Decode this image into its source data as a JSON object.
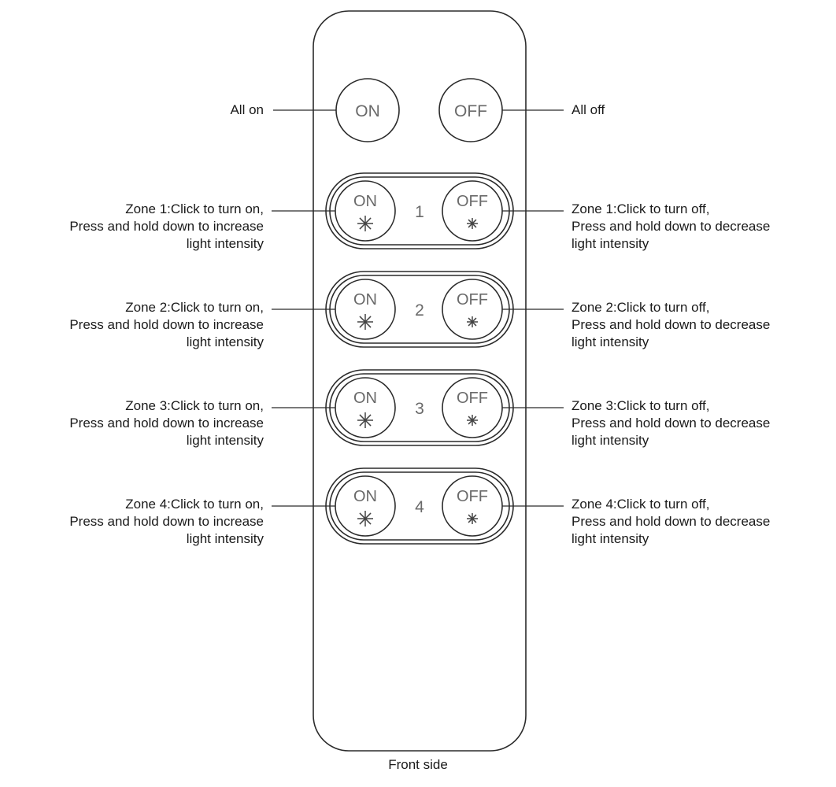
{
  "master": {
    "on_label": "ON",
    "off_label": "OFF",
    "on_annotation": "All on",
    "off_annotation": "All off"
  },
  "zones": [
    {
      "number": "1",
      "on_label": "ON",
      "off_label": "OFF",
      "left_lines": [
        "Zone 1:Click to turn on,",
        "Press and hold down to increase",
        "light intensity"
      ],
      "right_lines": [
        "Zone 1:Click to turn off,",
        "Press and hold down to decrease",
        "light intensity"
      ]
    },
    {
      "number": "2",
      "on_label": "ON",
      "off_label": "OFF",
      "left_lines": [
        "Zone 2:Click to turn on,",
        "Press and hold down to increase",
        "light intensity"
      ],
      "right_lines": [
        "Zone 2:Click to turn off,",
        "Press and hold down to decrease",
        "light intensity"
      ]
    },
    {
      "number": "3",
      "on_label": "ON",
      "off_label": "OFF",
      "left_lines": [
        "Zone 3:Click to turn on,",
        "Press and hold down to increase",
        "light intensity"
      ],
      "right_lines": [
        "Zone 3:Click to turn off,",
        "Press and hold down to decrease",
        "light intensity"
      ]
    },
    {
      "number": "4",
      "on_label": "ON",
      "off_label": "OFF",
      "left_lines": [
        "Zone 4:Click to turn on,",
        "Press and hold down to increase",
        "light intensity"
      ],
      "right_lines": [
        "Zone 4:Click to turn off,",
        "Press and hold down to decrease",
        "light intensity"
      ]
    }
  ],
  "caption": "Front side",
  "colors": {
    "stroke": "#2b2b2b",
    "button_text": "#6a6a6a",
    "text": "#1a1a1a"
  },
  "icons": {
    "on_button_symbol": "brightness-up-icon",
    "off_button_symbol": "brightness-down-icon"
  }
}
